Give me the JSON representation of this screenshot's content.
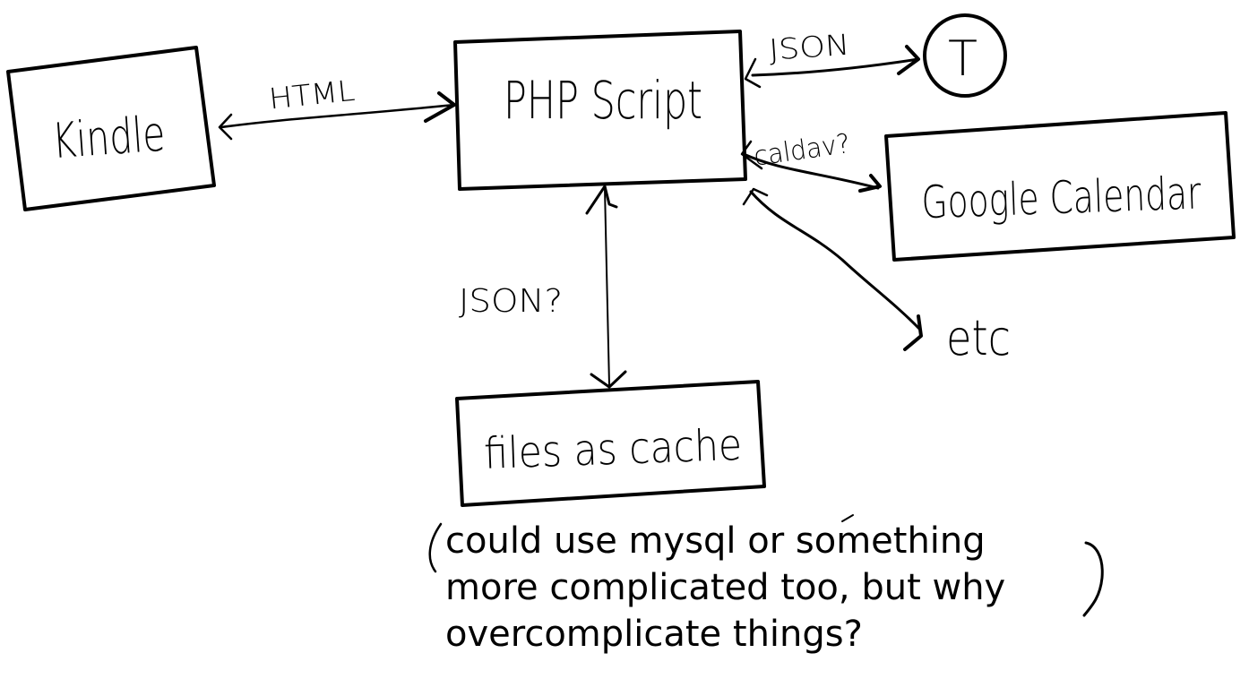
{
  "diagram": {
    "nodes": {
      "kindle": {
        "label": "Kindle"
      },
      "php_script": {
        "label": "PHP Script"
      },
      "twitter": {
        "label": "T"
      },
      "google_calendar": {
        "label": "Google Calendar"
      },
      "files_cache": {
        "label": "files as cache"
      },
      "etc": {
        "label": "etc"
      }
    },
    "edges": {
      "kindle_php": {
        "label": "HTML",
        "from": "Kindle",
        "to": "PHP Script",
        "direction": "bidirectional"
      },
      "php_twitter": {
        "label": "JSON",
        "from": "PHP Script",
        "to": "T",
        "direction": "bidirectional"
      },
      "php_gcal": {
        "label": "caldav?",
        "from": "PHP Script",
        "to": "Google Calendar",
        "direction": "bidirectional"
      },
      "php_etc": {
        "label": "",
        "from": "PHP Script",
        "to": "etc",
        "direction": "bidirectional"
      },
      "php_cache": {
        "label": "JSON?",
        "from": "PHP Script",
        "to": "files as cache",
        "direction": "bidirectional"
      }
    },
    "note": {
      "open_paren": "(",
      "lines": [
        "could use mysql or something",
        "more complicated too, but why",
        "overcomplicate things?"
      ],
      "close_paren": ")"
    }
  }
}
